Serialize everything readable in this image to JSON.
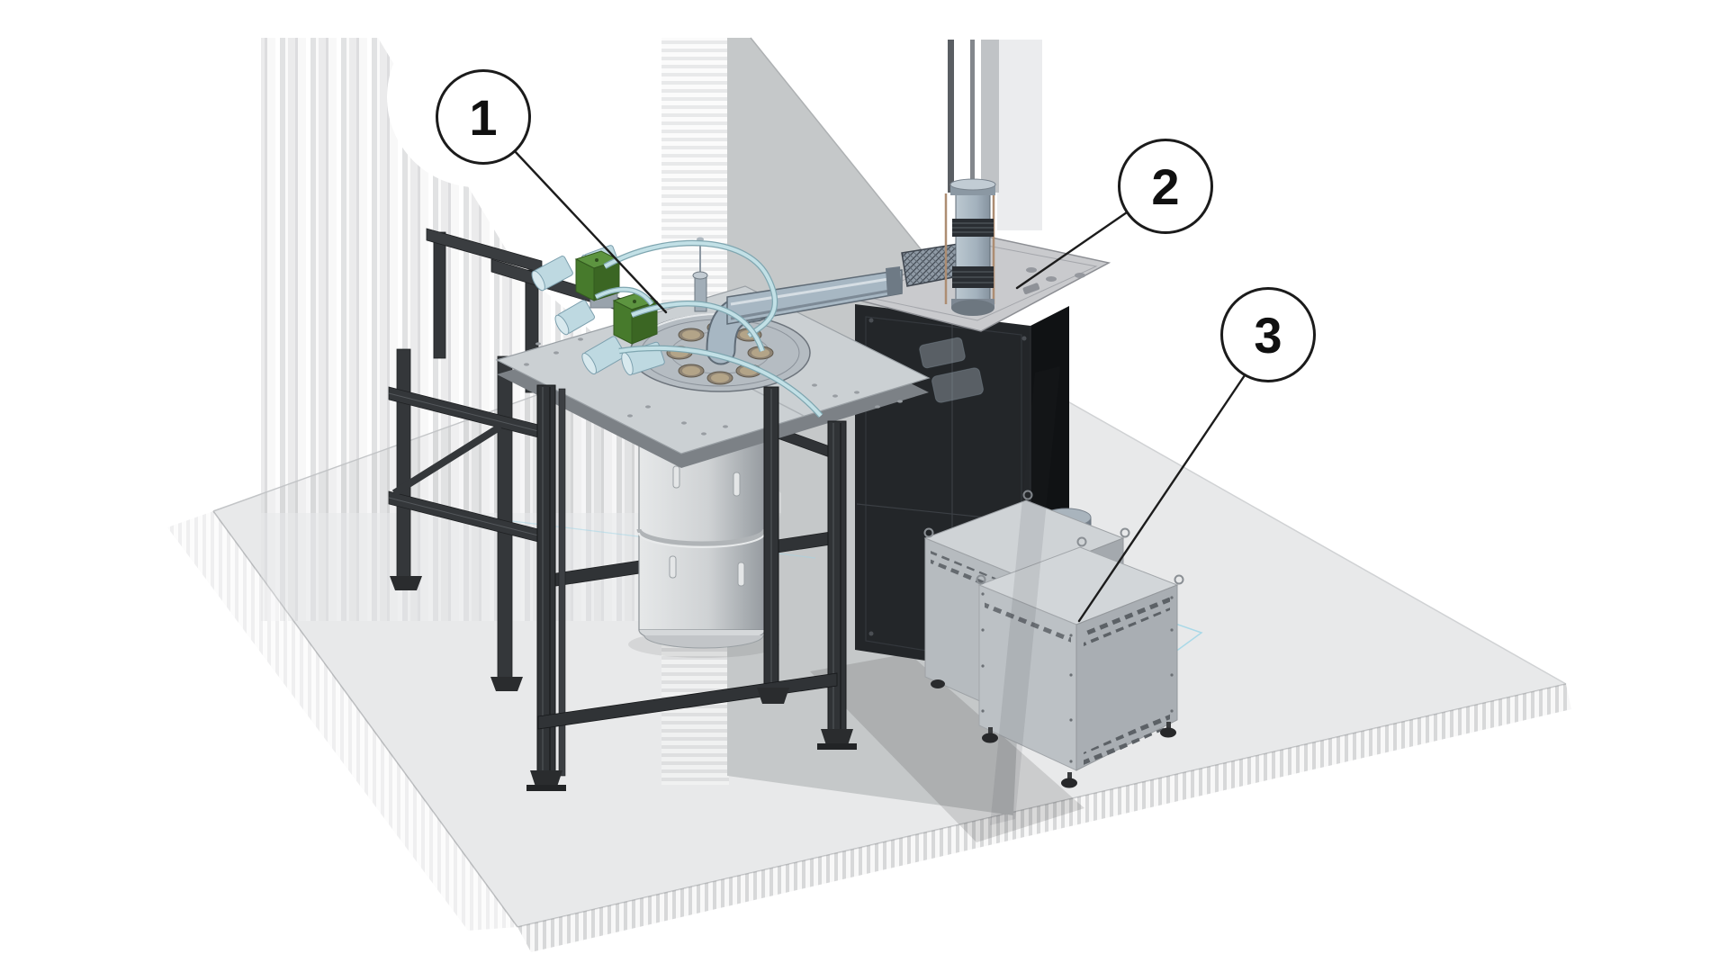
{
  "callouts": [
    {
      "label": "1",
      "target": "cryostat-top-flange-assembly"
    },
    {
      "label": "2",
      "target": "compressor-cabinet-top"
    },
    {
      "label": "3",
      "target": "electronics-cabinet"
    }
  ],
  "colors": {
    "background": "#ffffff",
    "floor": "#e8e9ea",
    "cabinet_black": "#232629",
    "valve_green": "#4f8533",
    "hose_blue": "#c2e0e6",
    "pipe_gray": "#a7b7c3",
    "footprint_outline_cyan": "#9fd6e8",
    "callout_stroke": "#1b1b1b"
  }
}
